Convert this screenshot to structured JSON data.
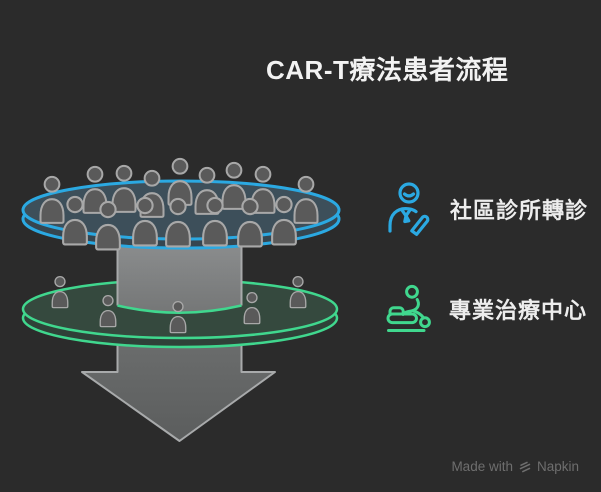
{
  "title": "CAR-T療法患者流程",
  "legend": {
    "items": [
      {
        "label": "社區診所轉診",
        "icon": "doctor-referral-icon",
        "color": "#2BA9E2"
      },
      {
        "label": "專業治療中心",
        "icon": "therapy-massage-icon",
        "color": "#40D78E"
      }
    ]
  },
  "diagram": {
    "type": "stacked-discs-funnel",
    "arrow_direction": "down",
    "top_disc": {
      "label": "社區診所轉診",
      "rim_color": "#2BA9E2",
      "people_count": 16,
      "people": [
        [
          52,
          176,
          0.92
        ],
        [
          95,
          166,
          0.92
        ],
        [
          124,
          165,
          0.92
        ],
        [
          152,
          170,
          0.92
        ],
        [
          180,
          158,
          0.92
        ],
        [
          207,
          167,
          0.92
        ],
        [
          234,
          162,
          0.92
        ],
        [
          263,
          166,
          0.92
        ],
        [
          306,
          176,
          0.92
        ],
        [
          75,
          196,
          0.95
        ],
        [
          108,
          201,
          0.95
        ],
        [
          145,
          197,
          0.95
        ],
        [
          178,
          198,
          0.95
        ],
        [
          215,
          197,
          0.95
        ],
        [
          250,
          198,
          0.95
        ],
        [
          284,
          196,
          0.95
        ]
      ]
    },
    "bottom_disc": {
      "label": "專業治療中心",
      "rim_color": "#40D78E",
      "people_count": 5,
      "people": [
        [
          60,
          276,
          0.62
        ],
        [
          108,
          295,
          0.62
        ],
        [
          178,
          301,
          0.62
        ],
        [
          252,
          292,
          0.62
        ],
        [
          298,
          276,
          0.62
        ]
      ]
    }
  },
  "watermark": {
    "prefix": "Made with",
    "brand": "Napkin"
  },
  "colors": {
    "background": "#2B2B2B",
    "top_disc_stroke": "#2BA9E2",
    "top_disc_face": "#3D4F5A",
    "top_disc_side": "#364650",
    "bottom_disc_stroke": "#40D78E",
    "bottom_disc_face": "#35493E",
    "bottom_disc_side": "#2F4138",
    "arrow_top": "#8F9192",
    "arrow_mid": "#6A6C6C",
    "arrow_bottom": "#5B5D5D",
    "arrow_stroke": "#A8AAAB",
    "person_fill": "#5A5A5A",
    "person_stroke": "#A8A8A8",
    "title_text": "#F2F2F2",
    "legend_text": "#EDEDED",
    "watermark_text": "#6E6E6E"
  }
}
